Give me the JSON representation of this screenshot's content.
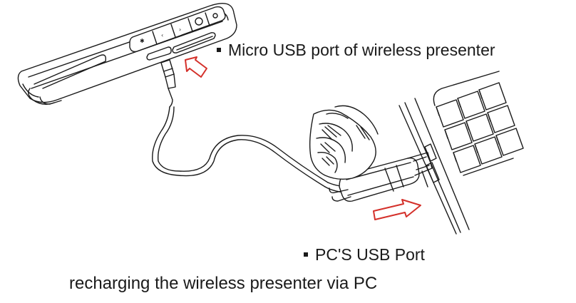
{
  "labels": {
    "micro_usb": "Micro USB port of wireless presenter",
    "pc_usb": "PC'S USB Port",
    "caption": "recharging the wireless presenter via PC"
  },
  "colors": {
    "line": "#1a1a1a",
    "arrow": "#d4302a",
    "background": "#ffffff"
  },
  "icons": {
    "arrow_to_micro_port": "red-outline-arrow",
    "arrow_to_pc_port": "red-outline-arrow"
  }
}
